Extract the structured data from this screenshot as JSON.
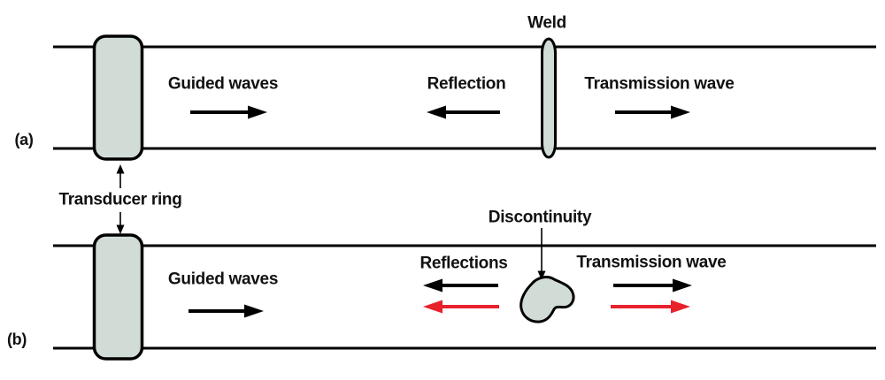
{
  "figure": {
    "colors": {
      "ink": "#000000",
      "text": "#111111",
      "shape_fill": "#d1dcd7",
      "accent_red": "#e8222b"
    },
    "panel_a": {
      "label": "(a)",
      "guided_waves_label": "Guided waves",
      "reflection_label": "Reflection",
      "weld_label": "Weld",
      "transmission_label": "Transmission wave"
    },
    "transducer_ring_label": "Transducer ring",
    "panel_b": {
      "label": "(b)",
      "guided_waves_label": "Guided waves",
      "reflections_label": "Reflections",
      "discontinuity_label": "Discontinuity",
      "transmission_label": "Transmission wave"
    }
  }
}
